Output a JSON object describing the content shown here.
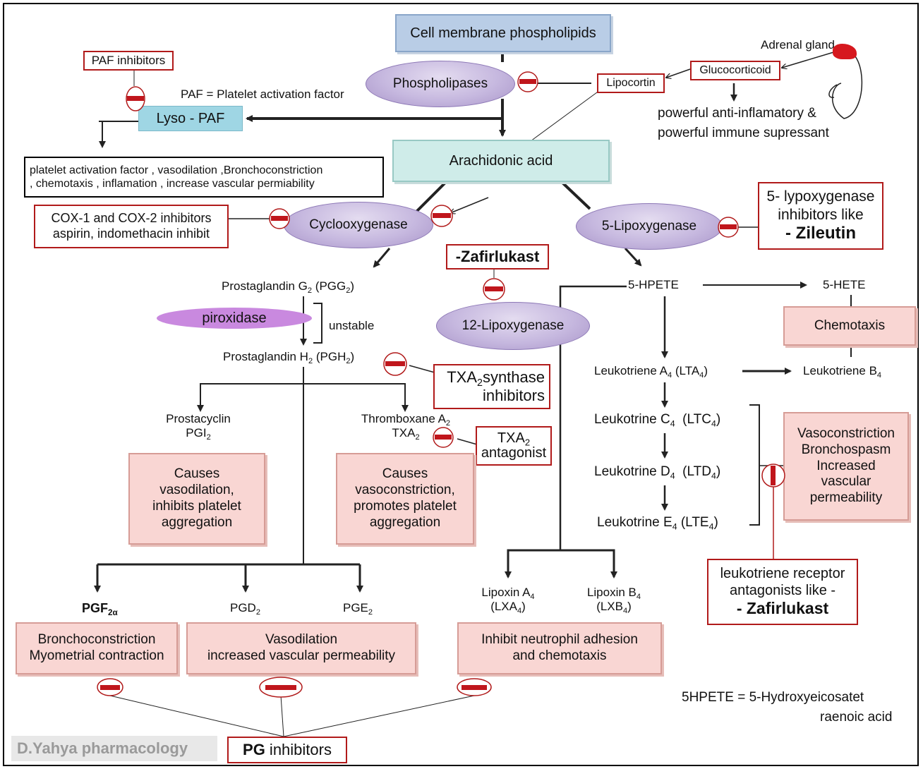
{
  "top": {
    "cell_membrane": "Cell membrane phospholipids",
    "phospholipases": "Phospholipases",
    "lipocortin": "Lipocortin",
    "glucocorticoid": "Glucocorticoid",
    "adrenal_gland": "Adrenal gland",
    "glucocorticoid_effect_1": "powerful anti-inflamatory &",
    "glucocorticoid_effect_2": "powerful immune supressant",
    "arachidonic_acid": "Arachidonic acid"
  },
  "paf": {
    "inhibitors": "PAF inhibitors",
    "definition": "PAF = Platelet activation factor",
    "lyso_paf": "Lyso - PAF",
    "effects_1": "platelet activation factor , vasodilation ,Bronchoconstriction",
    "effects_2": ", chemotaxis , inflamation , increase vascular permiability"
  },
  "cox": {
    "enzyme": "Cyclooxygenase",
    "inhibitors_1": "COX-1 and COX-2 inhibitors",
    "inhibitors_2": "aspirin, indomethacin inhibit",
    "pgg2_base": "Prostaglandin G",
    "pgg2_sub": "2",
    "pgg2_rest": " (PGG",
    "pgg2_sub2": "2",
    "pgg2_end": ")",
    "piroxidase": "piroxidase",
    "unstable": "unstable",
    "pgh2_base": "Prostaglandin H",
    "pgh2_sub": "2",
    "pgh2_rest": " (PGH",
    "pgh2_sub2": "2",
    "pgh2_end": ")",
    "txa2_synthase_1": "TXA",
    "txa2_synthase_sub": "2",
    "txa2_synthase_2": "synthase",
    "txa2_synthase_3": "inhibitors",
    "prostacyclin": "Prostacyclin",
    "pgi2": "PGI",
    "pgi2_sub": "2",
    "thromboxane": "Thromboxane A",
    "thromboxane_sub": "2",
    "txa2": "TXA",
    "txa2_sub": "2",
    "txa2_antag_1": "TXA",
    "txa2_antag_sub": "2",
    "txa2_antag_2": "antagonist",
    "pgi2_effect_1": "Causes",
    "pgi2_effect_2": "vasodilation,",
    "pgi2_effect_3": "inhibits platelet",
    "pgi2_effect_4": "aggregation",
    "txa2_effect_1": "Causes",
    "txa2_effect_2": "vasoconstriction,",
    "txa2_effect_3": "promotes platelet",
    "txa2_effect_4": "aggregation",
    "pgf2a": "PGF",
    "pgf2a_sub": "2α",
    "pgd2": "PGD",
    "pgd2_sub": "2",
    "pge2": "PGE",
    "pge2_sub": "2",
    "pgf_effect_1": "Bronchoconstriction",
    "pgf_effect_2": "Myometrial contraction",
    "pgde_effect_1": "Vasodilation",
    "pgde_effect_2": "increased vascular permeability",
    "pg_inhibitors_bold": "PG",
    "pg_inhibitors_rest": " inhibitors"
  },
  "lox12": {
    "zafirlukast": "-Zafirlukast",
    "enzyme": "12-Lipoxygenase",
    "lxa4": "Lipoxin A",
    "lxa4_sub": "4",
    "lxa4_abbr": "(LXA",
    "lxa4_abbr_sub": "4",
    "lxa4_end": ")",
    "lxb4": "Lipoxin B",
    "lxb4_sub": "4",
    "lxb4_abbr": "(LXB",
    "lxb4_abbr_sub": "4",
    "lxb4_end": ")",
    "lipoxin_effect_1": "Inhibit neutrophil adhesion",
    "lipoxin_effect_2": "and chemotaxis"
  },
  "lox5": {
    "enzyme": "5-Lipoxygenase",
    "inhibitors_1": "5- lypoxygenase",
    "inhibitors_2": "inhibitors like",
    "inhibitors_3": "- Zileutin",
    "hpete": "5-HPETE",
    "hete": "5-HETE",
    "chemotaxis": "Chemotaxis",
    "lta4": "Leukotriene A",
    "lta4_sub": "4",
    "lta4_abbr": " (LTA",
    "lta4_abbr_sub": "4",
    "lta4_end": ")",
    "ltb4": "Leukotriene B",
    "ltb4_sub": "4",
    "ltc4": "Leukotrine C",
    "ltc4_sub": "4",
    "ltc4_abbr": "  (LTC",
    "ltc4_abbr_sub": "4",
    "ltc4_end": ")",
    "ltd4": "Leukotrine D",
    "ltd4_sub": "4",
    "ltd4_abbr": "  (LTD",
    "ltd4_abbr_sub": "4",
    "ltd4_end": ")",
    "lte4": "Leukotrine E",
    "lte4_sub": "4",
    "lte4_abbr": " (LTE",
    "lte4_abbr_sub": "4",
    "lte4_end": ")",
    "lt_effect_1": "Vasoconstriction",
    "lt_effect_2": "Bronchospasm",
    "lt_effect_3": "Increased",
    "lt_effect_4": "vascular",
    "lt_effect_5": "permeability",
    "receptor_antag_1": "leukotriene receptor",
    "receptor_antag_2": "antagonists like -",
    "receptor_antag_3": "- Zafirlukast",
    "hpete_def_1": "5HPETE = 5-Hydroxyeicosatet",
    "hpete_def_2": "raenoic acid"
  },
  "watermark": "D.Yahya pharmacology",
  "colors": {
    "inhibit_red": "#c0161c",
    "box_red_border": "#b11a1a",
    "enzyme_purple": "#c6b8df",
    "effect_pink": "#f9d6d3"
  }
}
